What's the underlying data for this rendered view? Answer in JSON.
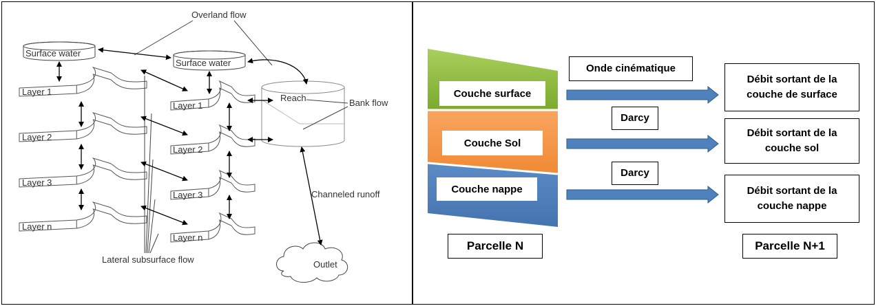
{
  "left_diagram": {
    "overland_flow": "Overland flow",
    "surface_water_left": "Surface water",
    "surface_water_right": "Surface water",
    "reach": "Reach",
    "bank_flow": "Bank flow",
    "channeled_runoff": "Channeled runoff",
    "outlet": "Outlet",
    "lateral_subsurface_flow": "Lateral subsurface flow",
    "left_layers": [
      "Layer 1",
      "Layer 2",
      "Layer 3",
      "Layer n"
    ],
    "right_layers": [
      "Layer 1",
      "Layer 2",
      "Layer 3",
      "Layer n"
    ]
  },
  "right_diagram": {
    "couche_surface": "Couche surface",
    "couche_sol": "Couche Sol",
    "couche_nappe": "Couche nappe",
    "onde_cinematique": "Onde cinématique",
    "darcy_1": "Darcy",
    "darcy_2": "Darcy",
    "debit_surface": "Débit sortant de la couche de surface",
    "debit_sol": "Débit sortant de la couche sol",
    "debit_nappe": "Débit sortant de la couche nappe",
    "parcelle_n": "Parcelle N",
    "parcelle_n1": "Parcelle N+1",
    "colors": {
      "surface": "#8DB83F",
      "sol": "#F79646",
      "nappe": "#4F81BD",
      "arrow_fill": "#4F81BD",
      "arrow_stroke": "#2E5C8A"
    }
  }
}
